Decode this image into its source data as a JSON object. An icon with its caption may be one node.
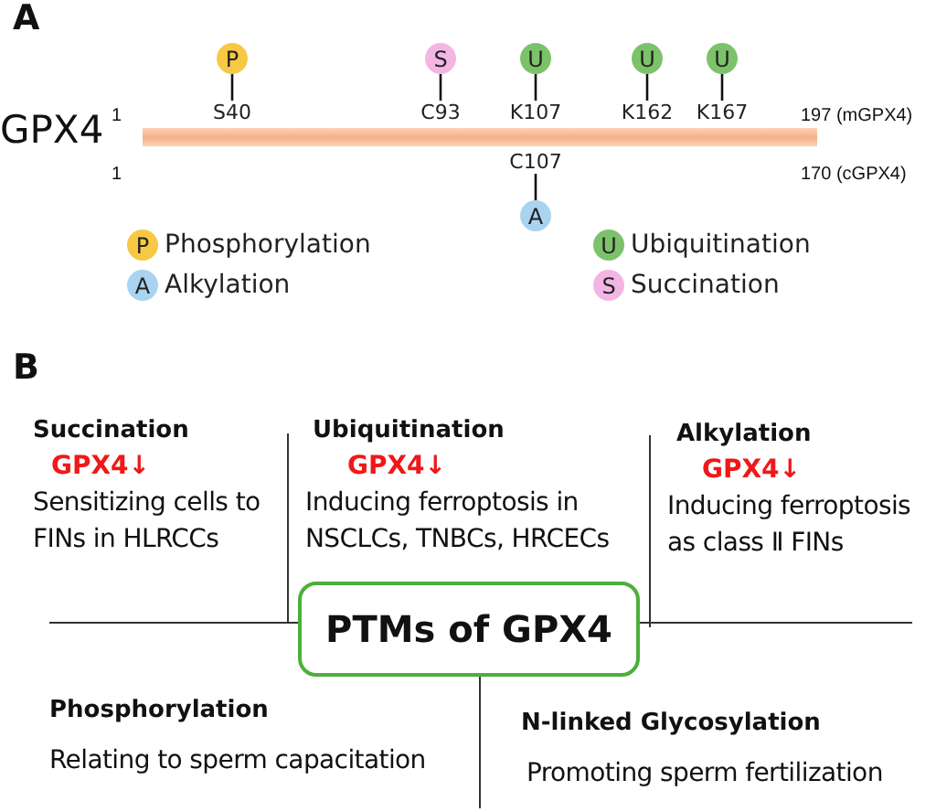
{
  "diagram": {
    "nodes": [
      {
        "text": [
          "P"
        ]
      },
      {
        "text": [
          "S"
        ]
      },
      {
        "text": [
          "U"
        ]
      },
      {
        "text": [
          "U"
        ]
      },
      {
        "text": [
          "U"
        ]
      },
      {
        "text": [
          "S40"
        ]
      },
      {
        "text": [
          "C93"
        ]
      },
      {
        "text": [
          "K107"
        ]
      },
      {
        "text": [
          "K162"
        ]
      },
      {
        "text": [
          "K167"
        ]
      },
      {
        "text": [
          "C107"
        ]
      },
      {
        "text": [
          "A"
        ]
      },
      {
        "text": [
          "P"
        ],
        "beside": [
          "Phosphorylation"
        ]
      },
      {
        "text": [
          "A"
        ],
        "beside": [
          "Alkylation"
        ]
      },
      {
        "text": [
          "U"
        ],
        "beside": [
          "Ubiquitination"
        ]
      },
      {
        "text": [
          "S"
        ],
        "beside": [
          "Succination"
        ]
      },
      {
        "text": [
          "PTMs of GPX4"
        ]
      }
    ],
    "edges": [
      {
        "from": 0,
        "to": 5,
        "arrow": "none"
      },
      {
        "from": 1,
        "to": 6,
        "arrow": "none"
      },
      {
        "from": 2,
        "to": 7,
        "arrow": "none"
      },
      {
        "from": 3,
        "to": 8,
        "arrow": "none"
      },
      {
        "from": 4,
        "to": 9,
        "arrow": "none"
      },
      {
        "from": 10,
        "to": 11,
        "arrow": "none"
      }
    ],
    "labels": [
      "A",
      "1",
      "197 (mGPX4)",
      "GPX4",
      "1",
      "170 (cGPX4)",
      "B",
      "Succination",
      "GPX4↓",
      "Sensitizing cells to FINs in HLRCCs",
      "Ubiquitination",
      "GPX4↓",
      "Inducing ferroptosis in NSCLCs, TNBCs, HRCECs",
      "Alkylation",
      "GPX4↓",
      "Inducing ferroptosis as class Ⅱ FINs",
      "Phosphorylation",
      "Relating to sperm capacitation",
      "N-linked Glycosylation",
      "Promoting sperm fertilization"
    ]
  }
}
